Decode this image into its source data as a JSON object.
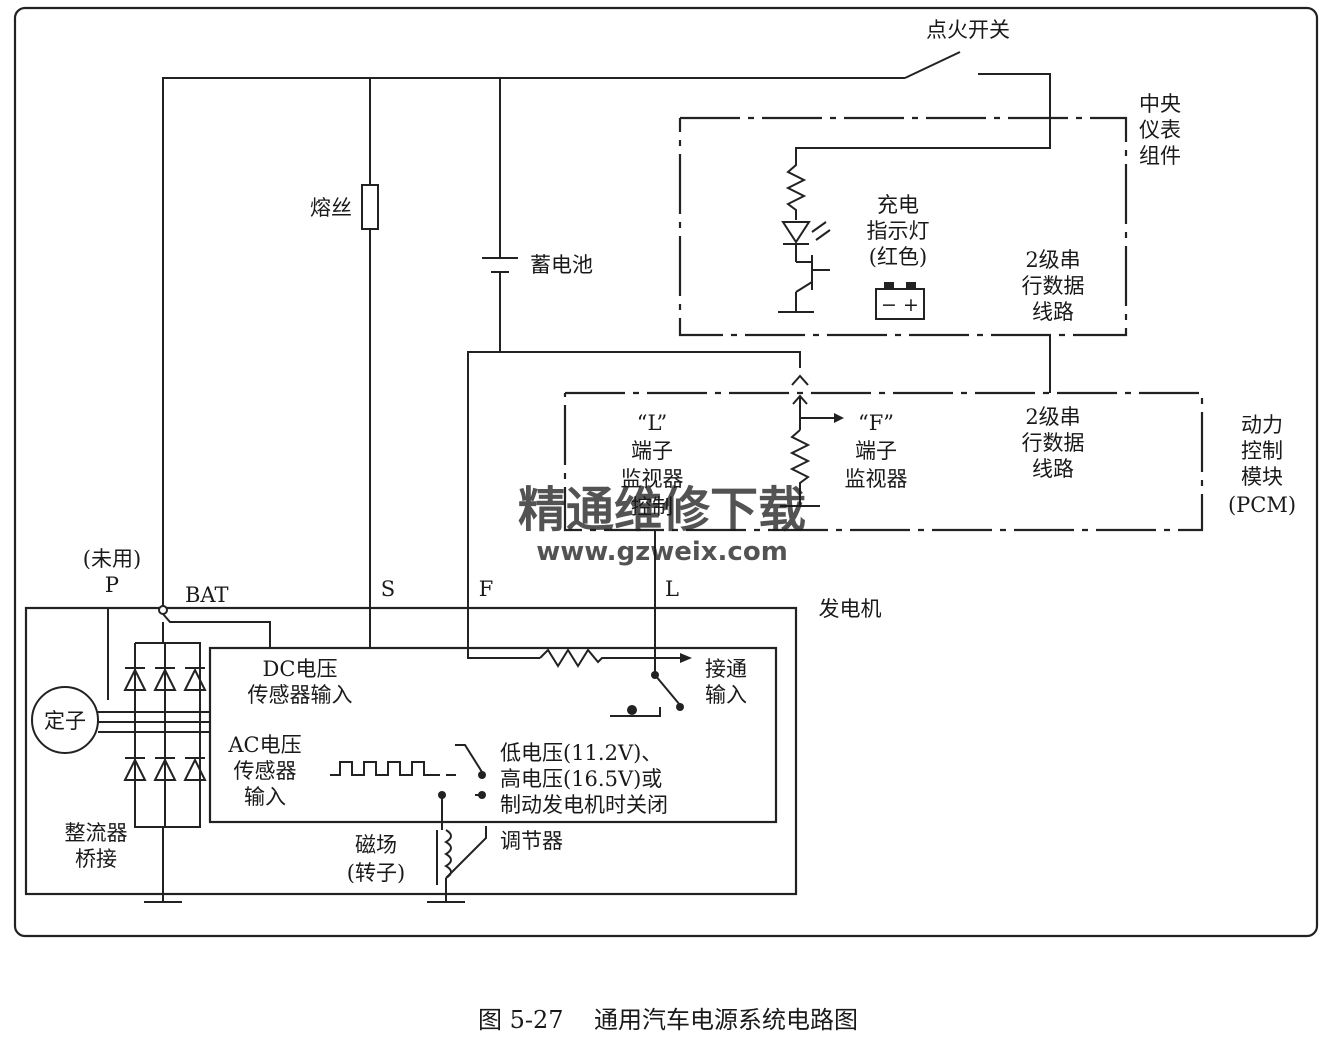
{
  "labels": {
    "ignition_switch": "点火开关",
    "cluster": [
      "中央",
      "仪表",
      "组件"
    ],
    "fuse": "熔丝",
    "battery": "蓄电池",
    "charge_lamp": [
      "充电",
      "指示灯",
      "(红色)"
    ],
    "serial_data_1": [
      "2级串",
      "行数据",
      "线路"
    ],
    "serial_data_2": [
      "2级串",
      "行数据",
      "线路"
    ],
    "pcm": [
      "动力",
      "控制",
      "模块",
      "(PCM)"
    ],
    "l_monitor": [
      "“L”",
      "端子",
      "监视器",
      "控制"
    ],
    "f_monitor": [
      "“F”",
      "端子",
      "监视器"
    ],
    "unused_p": [
      "(未用)",
      "P"
    ],
    "bat": "BAT",
    "s": "S",
    "f": "F",
    "l": "L",
    "generator": "发电机",
    "dc_sensor": [
      "DC电压",
      "传感器输入"
    ],
    "turn_on": [
      "接通",
      "输入"
    ],
    "ac_sensor": [
      "AC电压",
      "传感器",
      "输入"
    ],
    "switch_note": [
      "低电压(11.2V)、",
      "高电压(16.5V)或",
      "制动发电机时关闭"
    ],
    "stator": "定子",
    "rectifier": [
      "整流器",
      "桥接"
    ],
    "field": [
      "磁场",
      "(转子)"
    ],
    "regulator": "调节器",
    "battery_symbol": "− +"
  },
  "watermark": {
    "cn": "精通维修下载",
    "url": "www.gzweix.com",
    "color": "#f4b183"
  },
  "caption": "图 5-27    通用汽车电源系统电路图"
}
